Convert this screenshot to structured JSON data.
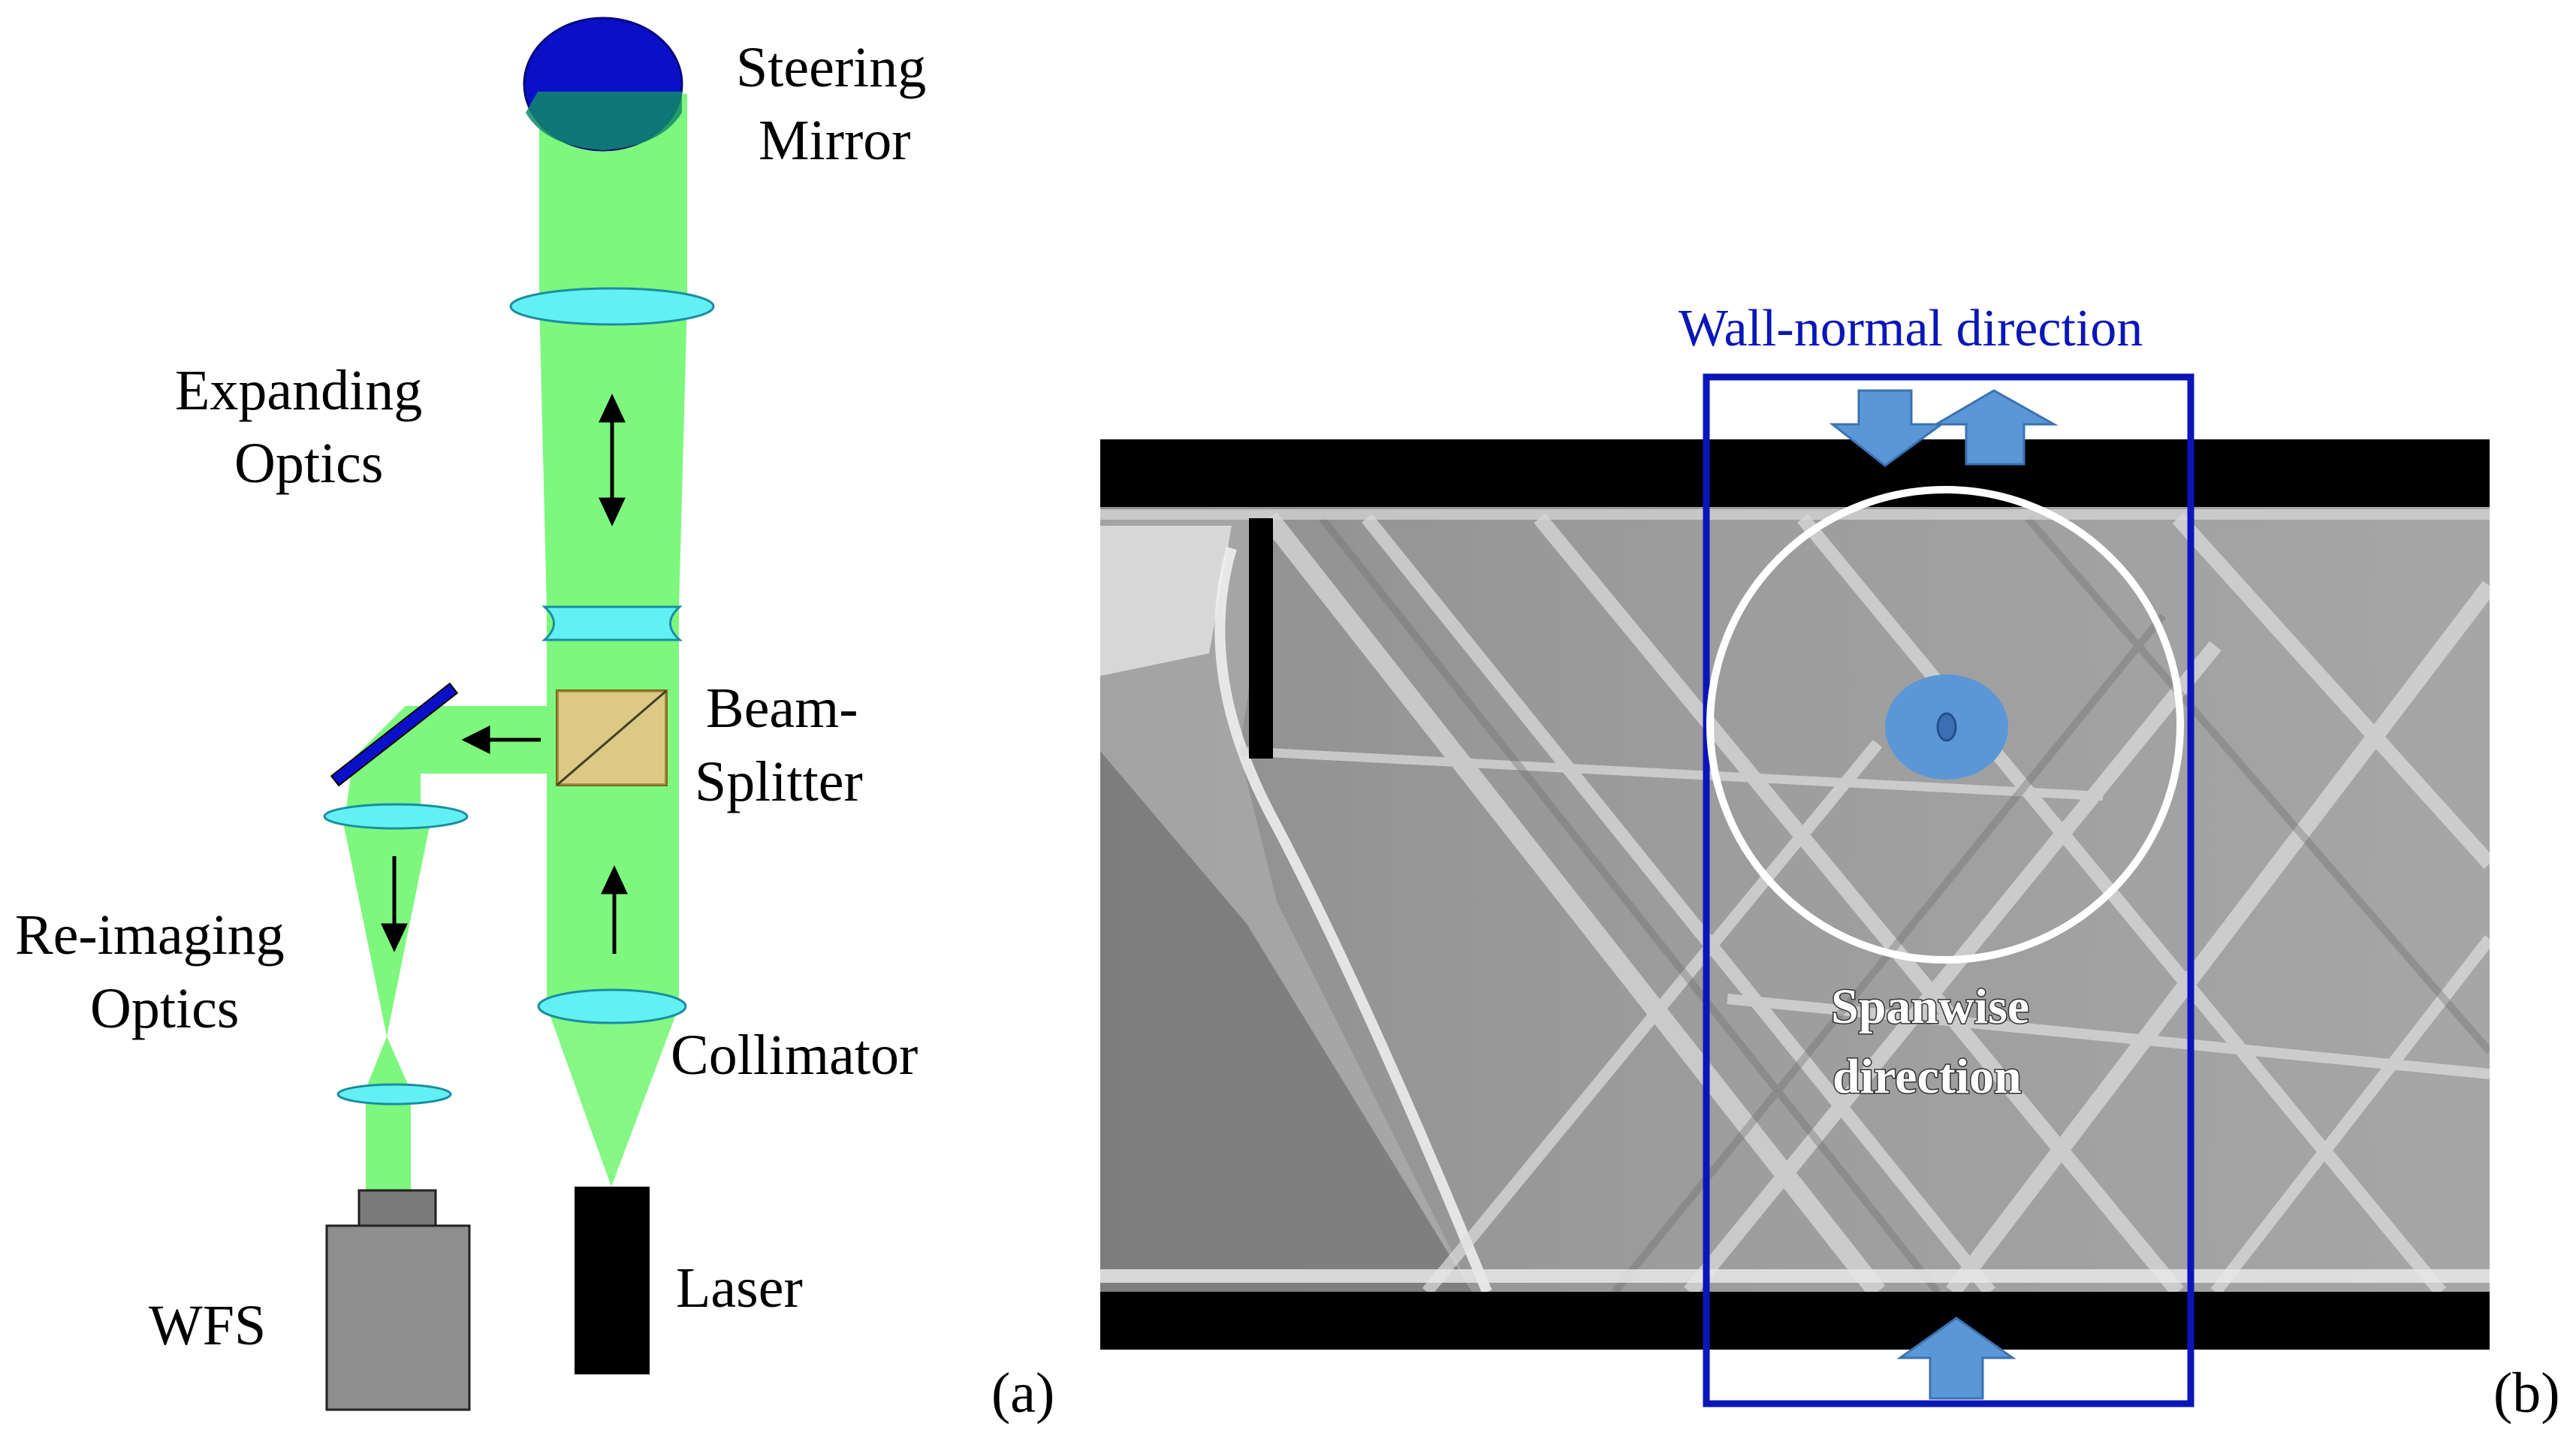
{
  "panel_a": {
    "labels": {
      "steering_mirror": [
        "Steering",
        "Mirror"
      ],
      "expanding_optics": [
        "Expanding",
        "Optics"
      ],
      "beam_splitter": [
        "Beam-",
        "Splitter"
      ],
      "re_imaging_optics": [
        "Re-imaging",
        "Optics"
      ],
      "collimator": "Collimator",
      "laser": "Laser",
      "wfs": "WFS"
    },
    "panel_label": "(a)"
  },
  "panel_b": {
    "labels": {
      "wall_normal": "Wall-normal direction",
      "spanwise": [
        "Spanwise",
        "direction"
      ]
    },
    "panel_label": "(b)"
  },
  "colors": {
    "beam_green": "#7df77d",
    "lens_cyan": "#62f0f5",
    "mirror_blue": "#0a10c8",
    "splitter_tan": "#c9c98e",
    "device_gray": "#8e8e8e",
    "box_blue": "#0b16b8",
    "arrow_blue": "#5b97d6"
  }
}
